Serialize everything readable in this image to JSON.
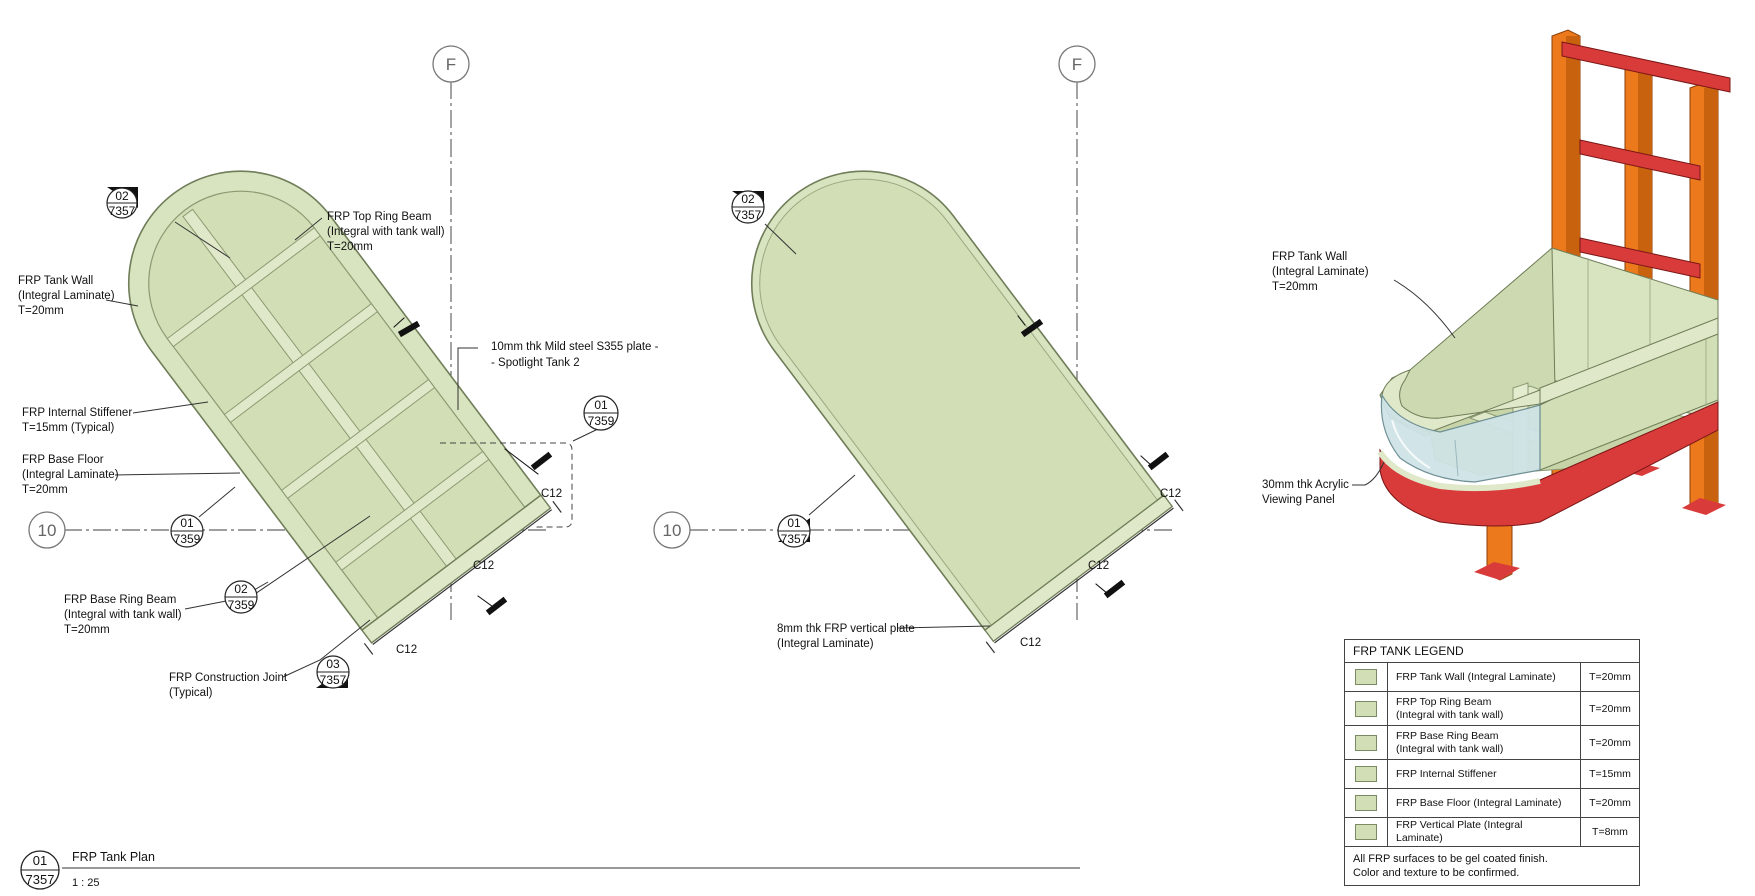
{
  "grid": {
    "F": "F",
    "ten": "10"
  },
  "plan": {
    "labels": {
      "tank_wall": [
        "FRP Tank Wall",
        "(Integral Laminate)",
        "T=20mm"
      ],
      "top_ring": [
        "FRP Top Ring Beam",
        "(Integral with tank wall)",
        "T=20mm"
      ],
      "stiffener": [
        "FRP Internal Stiffener",
        "T=15mm (Typical)"
      ],
      "base_floor": [
        "FRP Base Floor",
        "(Integral Laminate)",
        "T=20mm"
      ],
      "base_ring": [
        "FRP Base Ring Beam",
        "(Integral with tank wall)",
        "T=20mm"
      ],
      "construction_joint": [
        "FRP Construction Joint",
        "(Typical)"
      ],
      "steel_plate": [
        "10mm thk Mild steel S355 plate -",
        "- Spotlight Tank 2"
      ],
      "c12": "C12"
    },
    "bubbles": {
      "b1": [
        "02",
        "7357"
      ],
      "b2": [
        "01",
        "7359"
      ],
      "b3": [
        "01",
        "7359"
      ],
      "b4": [
        "02",
        "7359"
      ],
      "b5": [
        "03",
        "7357"
      ]
    },
    "title": "FRP Tank Plan",
    "scale": "1 : 25",
    "title_bubble": [
      "01",
      "7357"
    ]
  },
  "section": {
    "labels": {
      "vertical_plate": [
        "8mm thk FRP vertical plate",
        "(Integral Laminate)"
      ],
      "c12": "C12"
    },
    "bubbles": {
      "b1": [
        "02",
        "7357"
      ],
      "b2": [
        "01",
        "7357"
      ]
    }
  },
  "iso": {
    "labels": {
      "tank_wall": [
        "FRP Tank Wall",
        "(Integral Laminate)",
        "T=20mm"
      ],
      "acrylic": [
        "30mm thk Acrylic",
        "Viewing Panel"
      ]
    }
  },
  "legend": {
    "title": "FRP TANK LEGEND",
    "rows": [
      {
        "desc": [
          "FRP Tank Wall (Integral Laminate)"
        ],
        "thk": "T=20mm"
      },
      {
        "desc": [
          "FRP Top Ring Beam",
          "(Integral with tank wall)"
        ],
        "thk": "T=20mm"
      },
      {
        "desc": [
          "FRP Base Ring Beam",
          "(Integral with tank wall)"
        ],
        "thk": "T=20mm"
      },
      {
        "desc": [
          "FRP Internal Stiffener"
        ],
        "thk": "T=15mm"
      },
      {
        "desc": [
          "FRP Base Floor (Integral Laminate)"
        ],
        "thk": "T=20mm"
      },
      {
        "desc": [
          "FRP Vertical Plate (Integral Laminate)"
        ],
        "thk": "T=8mm"
      }
    ],
    "note": [
      "All FRP surfaces to be gel coated finish.",
      "Color and texture to be confirmed."
    ]
  },
  "colors": {
    "frp_fill": "#d2deb6",
    "frp_light": "#dfe8c8",
    "frp_edge": "#6f7d58",
    "steel_orange": "#ec7a1c",
    "steel_red": "#d93a3a",
    "acrylic": "#cfe3e6"
  }
}
